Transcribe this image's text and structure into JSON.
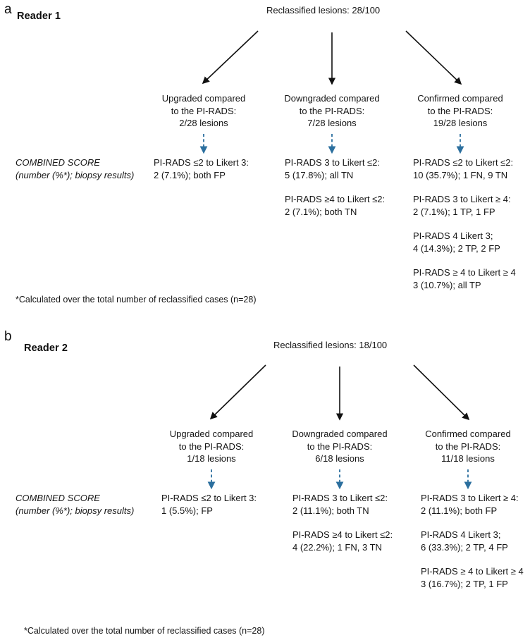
{
  "accent_dashed_arrow_color": "#2B6F9E",
  "arrow_color": "#111111",
  "text_color": "#141414",
  "panels": [
    {
      "letter": "a",
      "reader_title": "Reader 1",
      "root_label": "Reclassified lesions: 28/100",
      "score_label_line1": "COMBINED SCORE",
      "score_label_line2": "(number (%*); biopsy results)",
      "footnote": "*Calculated over the total number of reclassified cases (n=28)",
      "columns": [
        {
          "head_line1": "Upgraded compared",
          "head_line2": "to the PI-RADS:",
          "head_line3": "2/28 lesions",
          "entries": [
            {
              "line1": "PI-RADS ≤2 to Likert 3:",
              "line2": "2 (7.1%); both FP"
            }
          ]
        },
        {
          "head_line1": "Downgraded compared",
          "head_line2": "to the PI-RADS:",
          "head_line3": "7/28 lesions",
          "entries": [
            {
              "line1": "PI-RADS 3 to Likert ≤2:",
              "line2": "5 (17.8%); all TN"
            },
            {
              "line1": "PI-RADS ≥4 to Likert ≤2:",
              "line2": "2 (7.1%); both TN"
            }
          ]
        },
        {
          "head_line1": "Confirmed compared",
          "head_line2": "to the PI-RADS:",
          "head_line3": "19/28 lesions",
          "entries": [
            {
              "line1": "PI-RADS ≤2 to Likert ≤2:",
              "line2": "10 (35.7%); 1 FN, 9 TN"
            },
            {
              "line1": "PI-RADS 3 to Likert ≥ 4:",
              "line2": "2 (7.1%); 1 TP, 1 FP"
            },
            {
              "line1": "PI-RADS 4 Likert 3;",
              "line2": "4 (14.3%); 2 TP, 2 FP"
            },
            {
              "line1": "PI-RADS ≥ 4 to Likert ≥ 4",
              "line2": "3 (10.7%); all TP"
            }
          ]
        }
      ]
    },
    {
      "letter": "b",
      "reader_title": "Reader 2",
      "root_label": "Reclassified lesions: 18/100",
      "score_label_line1": "COMBINED SCORE",
      "score_label_line2": "(number (%*); biopsy results)",
      "footnote": "*Calculated over the total number of reclassified cases (n=28)",
      "columns": [
        {
          "head_line1": "Upgraded compared",
          "head_line2": "to the PI-RADS:",
          "head_line3": "1/18 lesions",
          "entries": [
            {
              "line1": "PI-RADS ≤2 to Likert 3:",
              "line2": "1 (5.5%); FP"
            }
          ]
        },
        {
          "head_line1": "Downgraded compared",
          "head_line2": "to the PI-RADS:",
          "head_line3": "6/18 lesions",
          "entries": [
            {
              "line1": "PI-RADS 3 to Likert ≤2:",
              "line2": "2 (11.1%); both TN"
            },
            {
              "line1": "PI-RADS ≥4 to Likert ≤2:",
              "line2": "4 (22.2%); 1 FN, 3 TN"
            }
          ]
        },
        {
          "head_line1": "Confirmed compared",
          "head_line2": "to the PI-RADS:",
          "head_line3": "11/18 lesions",
          "entries": [
            {
              "line1": "PI-RADS 3 to Likert ≥ 4:",
              "line2": "2 (11.1%); both FP"
            },
            {
              "line1": "PI-RADS 4 Likert 3;",
              "line2": "6 (33.3%); 2 TP, 4 FP"
            },
            {
              "line1": "PI-RADS ≥ 4 to Likert ≥ 4",
              "line2": "3 (16.7%); 2 TP, 1 FP"
            }
          ]
        }
      ]
    }
  ]
}
